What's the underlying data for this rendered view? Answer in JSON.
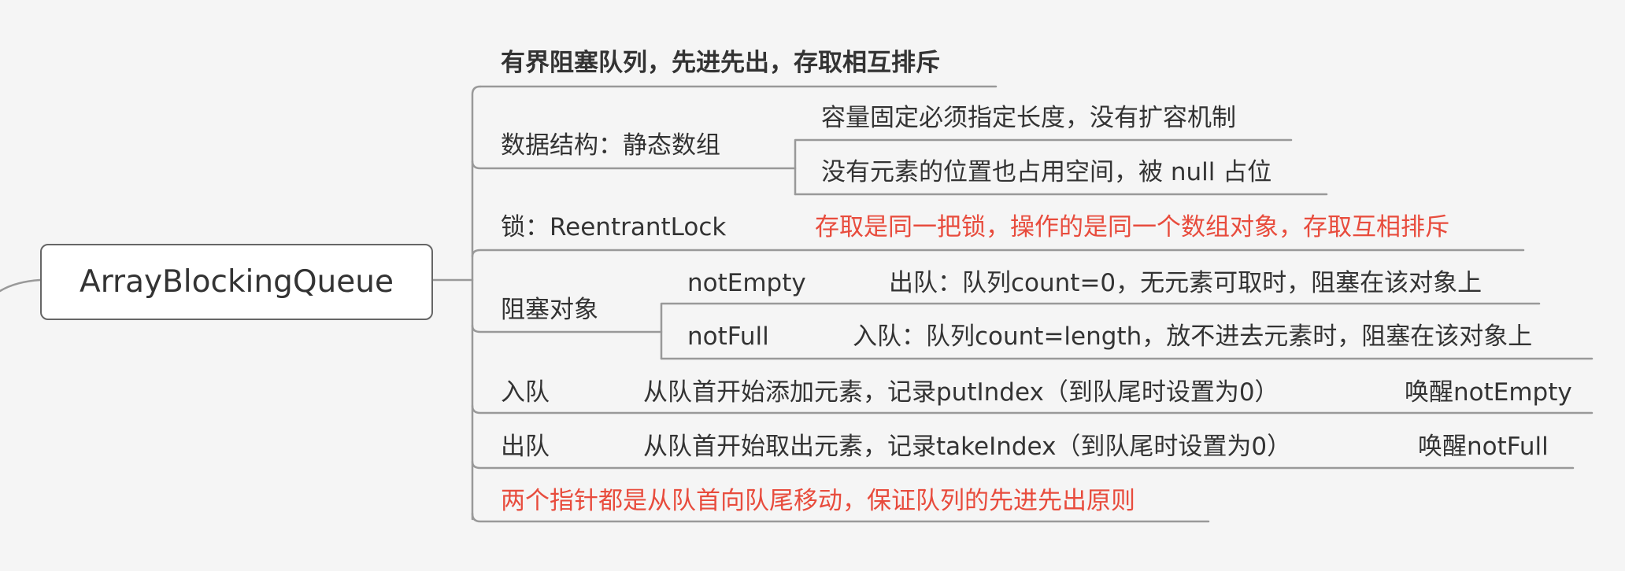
{
  "colors": {
    "background": "#f5f5f5",
    "line": "#999999",
    "text": "#333333",
    "highlight": "#e84c3d"
  },
  "root": {
    "label": "ArrayBlockingQueue"
  },
  "branches": {
    "summary": {
      "label": "有界阻塞队列，先进先出，存取相互排斥"
    },
    "data_structure": {
      "label": "数据结构：静态数组",
      "children": [
        "容量固定必须指定长度，没有扩容机制",
        "没有元素的位置也占用空间，被 null 占位"
      ]
    },
    "lock": {
      "label": "锁：ReentrantLock",
      "note": "存取是同一把锁，操作的是同一个数组对象，存取互相排斥"
    },
    "blocking_objects": {
      "label": "阻塞对象",
      "children": [
        {
          "name": "notEmpty",
          "desc": "出队：队列count=0，无元素可取时，阻塞在该对象上"
        },
        {
          "name": "notFull",
          "desc": "入队：队列count=length，放不进去元素时，阻塞在该对象上"
        }
      ]
    },
    "enqueue": {
      "label": "入队",
      "desc": "从队首开始添加元素，记录putIndex（到队尾时设置为0）",
      "wake": "唤醒notEmpty"
    },
    "dequeue": {
      "label": "出队",
      "desc": "从队首开始取出元素，记录takeIndex（到队尾时设置为0）",
      "wake": "唤醒notFull"
    },
    "pointer_note": {
      "label": "两个指针都是从队首向队尾移动，保证队列的先进先出原则"
    }
  }
}
